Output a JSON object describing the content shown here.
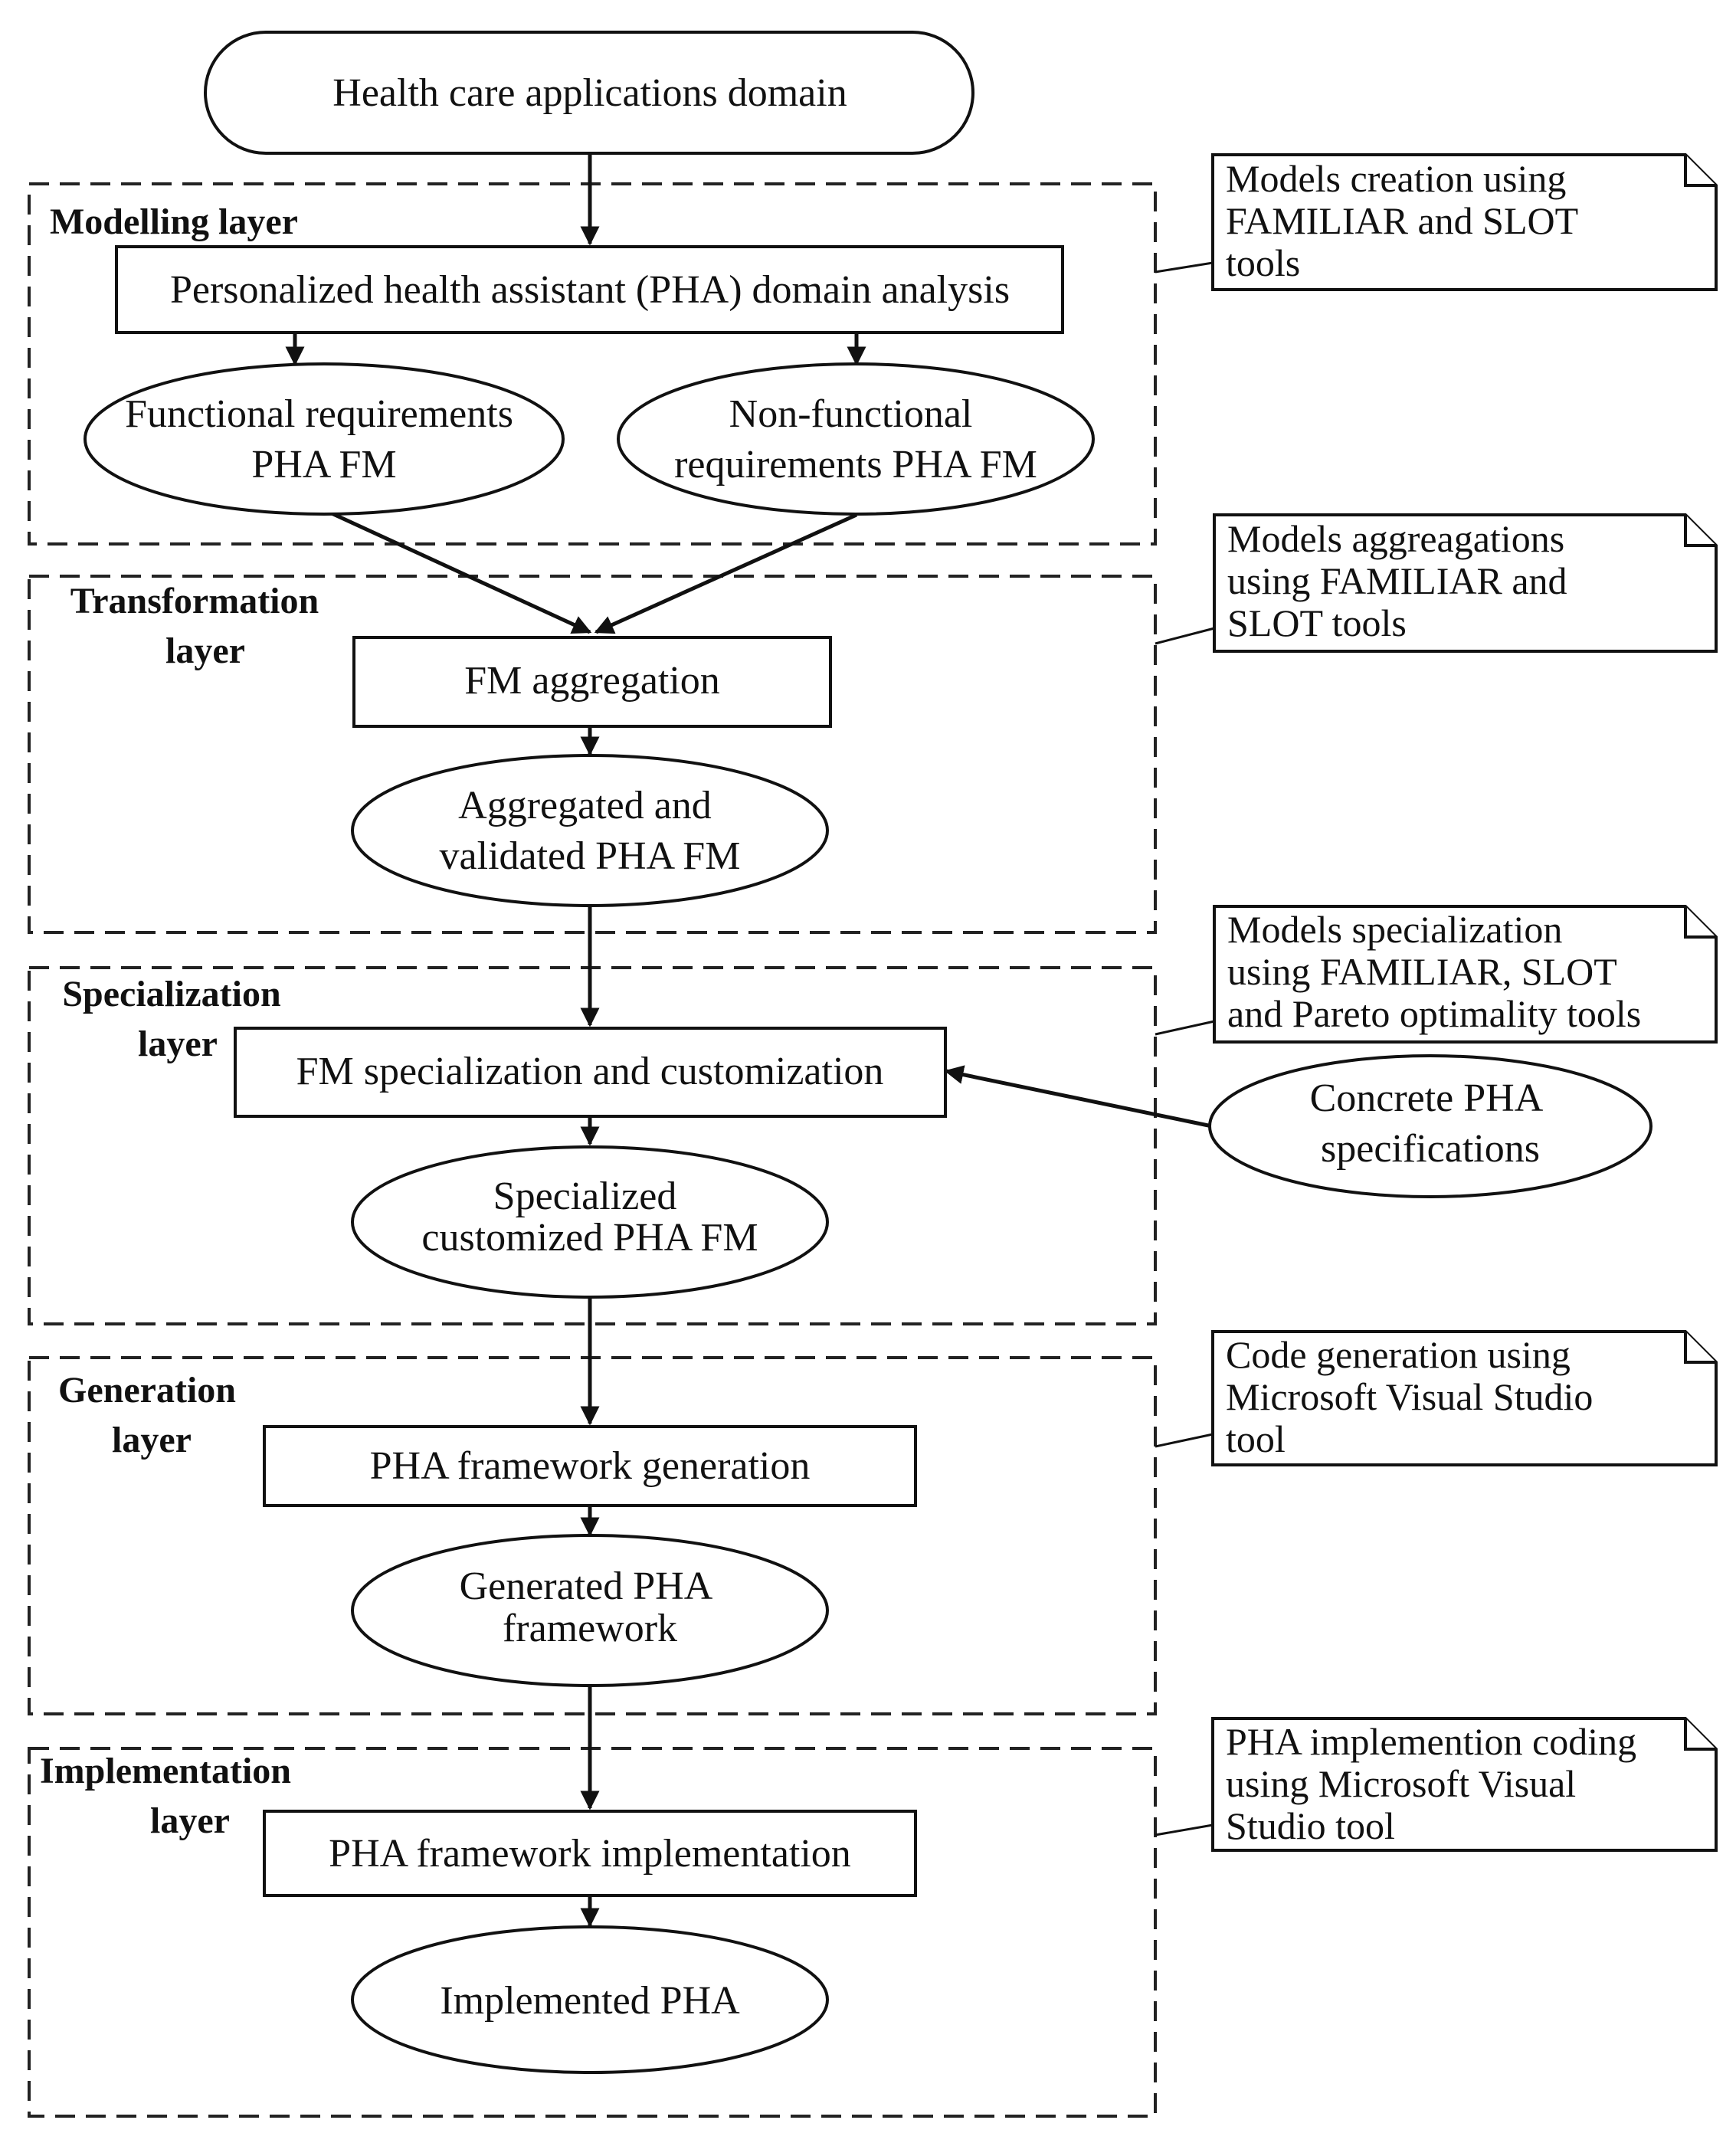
{
  "start": {
    "label": "Health care applications domain"
  },
  "layers": {
    "modelling": {
      "label": [
        "Modelling layer"
      ]
    },
    "transformation": {
      "label": [
        "Transformation",
        "layer"
      ]
    },
    "specialization": {
      "label": [
        "Specialization",
        "layer"
      ]
    },
    "generation": {
      "label": [
        "Generation",
        "layer"
      ]
    },
    "implementation": {
      "label": [
        "Implementation",
        "layer"
      ]
    }
  },
  "processes": {
    "domain_analysis": "Personalized health assistant (PHA) domain analysis",
    "fm_aggregation": "FM aggregation",
    "fm_specialization": "FM specialization and customization",
    "framework_generation": "PHA framework generation",
    "framework_implementation": "PHA framework implementation"
  },
  "artifacts": {
    "functional_fm": [
      "Functional requirements",
      "PHA FM"
    ],
    "nonfunctional_fm": [
      "Non-functional",
      "requirements PHA FM"
    ],
    "aggregated_fm": [
      "Aggregated  and",
      "validated PHA FM"
    ],
    "specialized_fm": [
      "Specialized",
      "customized PHA FM"
    ],
    "generated_framework": [
      "Generated PHA",
      "framework"
    ],
    "implemented_pha": [
      "Implemented PHA"
    ],
    "concrete_specs": [
      "Concrete PHA",
      "specifications"
    ]
  },
  "notes": {
    "modelling": [
      "Models creation using",
      "FAMILIAR and SLOT",
      "tools"
    ],
    "transformation": [
      "Models aggreagations",
      "using FAMILIAR and",
      "SLOT tools"
    ],
    "specialization": [
      "Models specialization",
      "using FAMILIAR, SLOT",
      "and Pareto optimality tools"
    ],
    "generation": [
      "Code generation using",
      "Microsoft Visual Studio",
      "tool"
    ],
    "implementation": [
      "PHA implemention coding",
      "using Microsoft Visual",
      "Studio tool"
    ]
  }
}
